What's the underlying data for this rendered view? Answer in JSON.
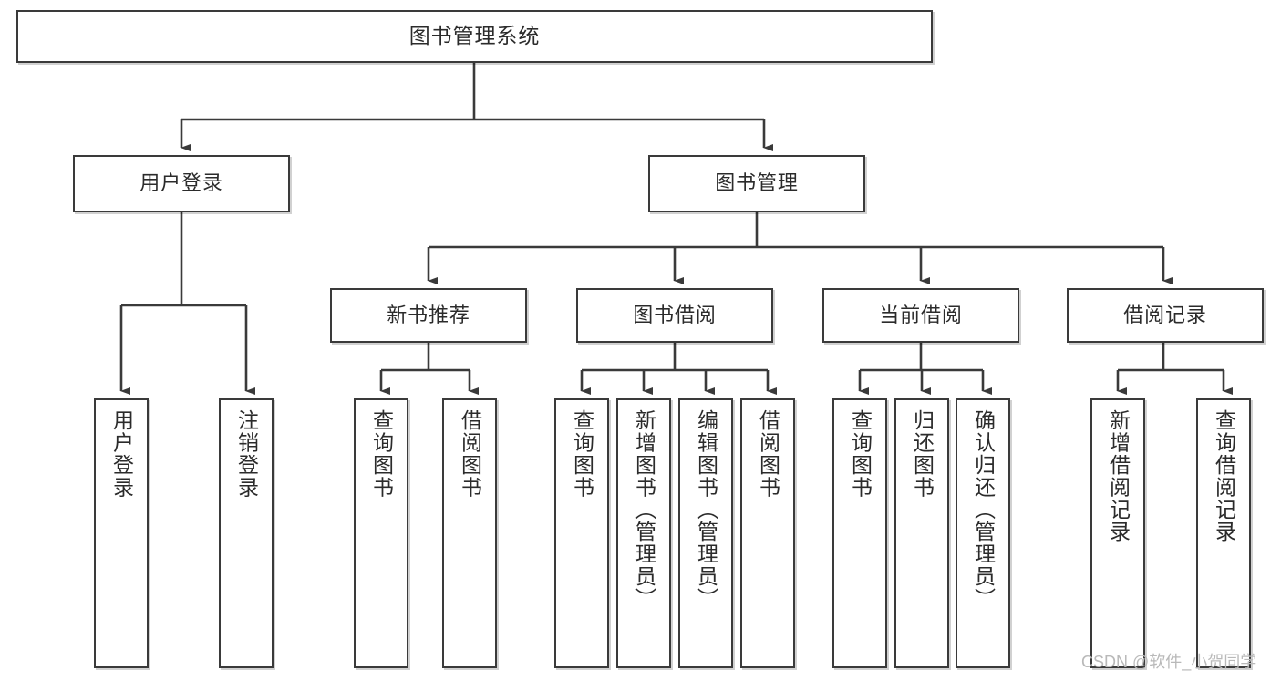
{
  "diagram": {
    "title": "图书管理系统",
    "type": "tree-hierarchy",
    "watermark": "CSDN @软件_小贺同学",
    "colors": {
      "background": "#ffffff",
      "box_border": "#3a3a3a",
      "box_fill": "#ffffff",
      "connector": "#3a3a3a",
      "text": "#2b2b2b",
      "watermark": "#b9b9b9"
    },
    "root": {
      "id": "root",
      "label": "图书管理系统"
    },
    "level2": [
      {
        "id": "user-login",
        "label": "用户登录"
      },
      {
        "id": "book-management",
        "label": "图书管理"
      }
    ],
    "level3": [
      {
        "id": "new-book-recommend",
        "label": "新书推荐",
        "parent": "book-management"
      },
      {
        "id": "book-borrow",
        "label": "图书借阅",
        "parent": "book-management"
      },
      {
        "id": "current-borrow",
        "label": "当前借阅",
        "parent": "book-management"
      },
      {
        "id": "borrow-record",
        "label": "借阅记录",
        "parent": "book-management"
      }
    ],
    "leaves": [
      {
        "id": "leaf-user-login",
        "label": "用户登录",
        "parent": "user-login"
      },
      {
        "id": "leaf-user-logout",
        "label": "注销登录",
        "parent": "user-login"
      },
      {
        "id": "leaf-query-book-1",
        "label": "查询图书",
        "parent": "new-book-recommend"
      },
      {
        "id": "leaf-borrow-book-1",
        "label": "借阅图书",
        "parent": "new-book-recommend"
      },
      {
        "id": "leaf-query-book-2",
        "label": "查询图书",
        "parent": "book-borrow"
      },
      {
        "id": "leaf-add-book",
        "label": "新增图书（管理员）",
        "parent": "book-borrow"
      },
      {
        "id": "leaf-edit-book",
        "label": "编辑图书（管理员）",
        "parent": "book-borrow"
      },
      {
        "id": "leaf-borrow-book-2",
        "label": "借阅图书",
        "parent": "book-borrow"
      },
      {
        "id": "leaf-query-book-3",
        "label": "查询图书",
        "parent": "current-borrow"
      },
      {
        "id": "leaf-return-book",
        "label": "归还图书",
        "parent": "current-borrow"
      },
      {
        "id": "leaf-confirm-return",
        "label": "确认归还（管理员）",
        "parent": "current-borrow"
      },
      {
        "id": "leaf-add-record",
        "label": "新增借阅记录",
        "parent": "borrow-record"
      },
      {
        "id": "leaf-query-record",
        "label": "查询借阅记录",
        "parent": "borrow-record"
      }
    ]
  }
}
